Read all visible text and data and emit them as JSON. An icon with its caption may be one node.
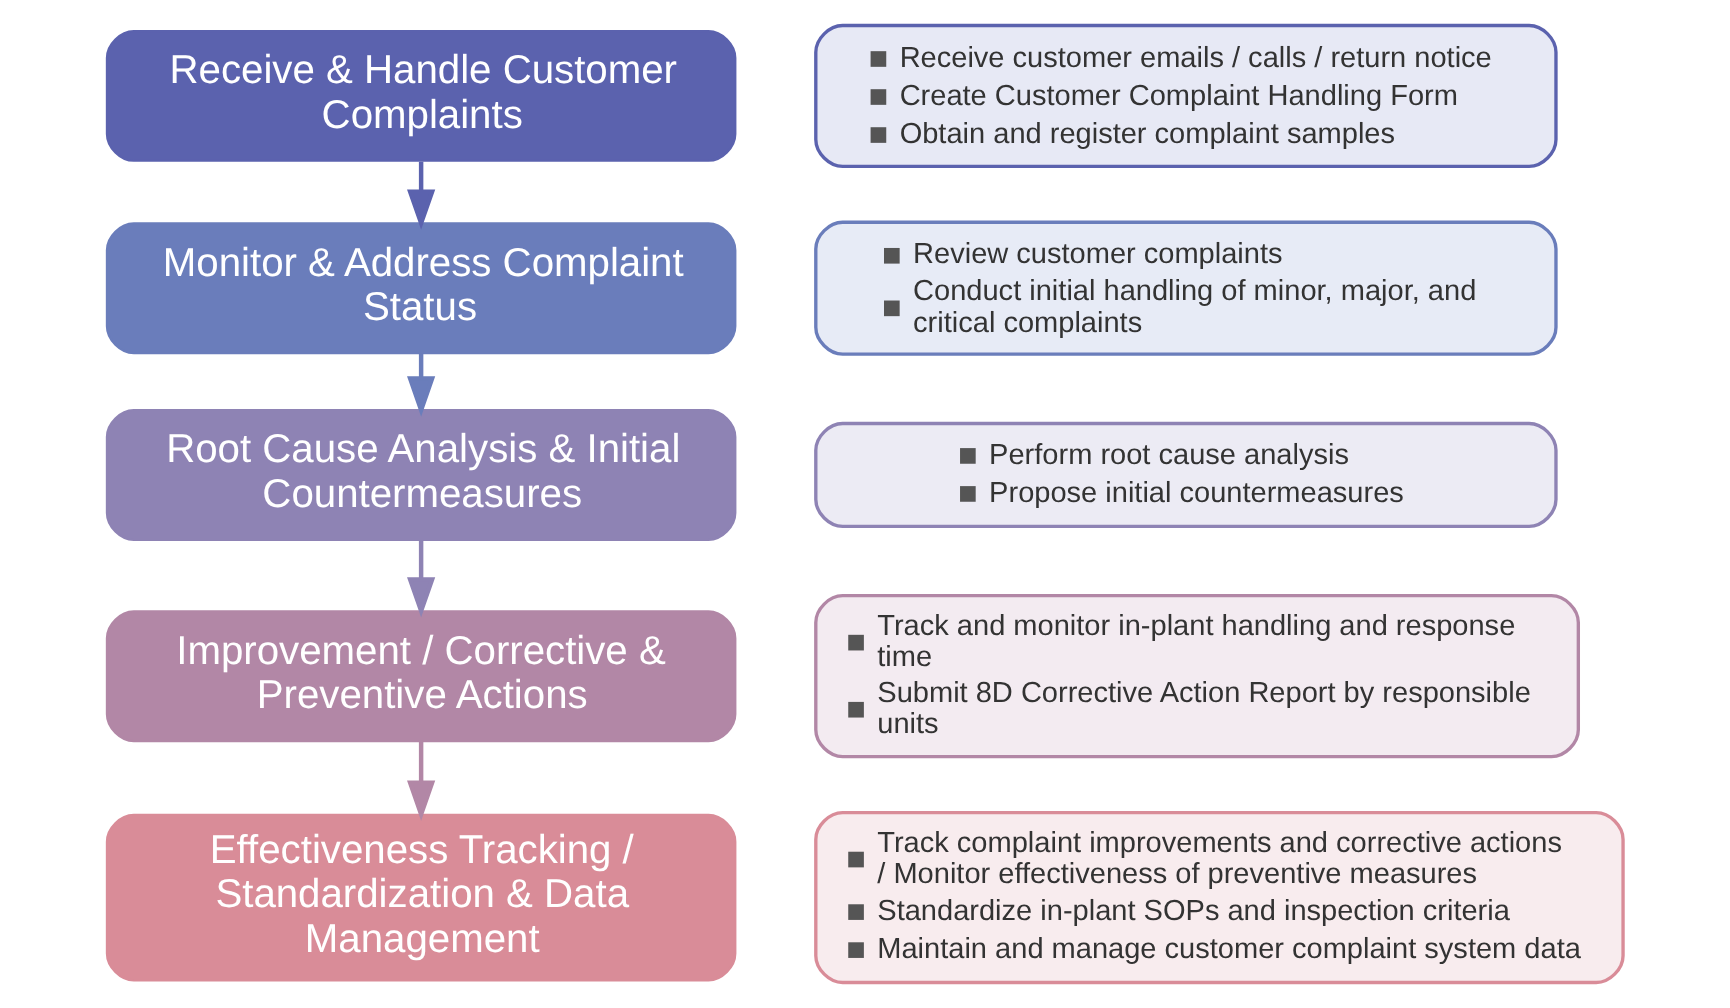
{
  "diagram": {
    "nodes": [
      {
        "text": [
          "Receive & Handle Customer Complaints"
        ]
      },
      {
        "text": [
          "Monitor & Address Complaint Status"
        ]
      },
      {
        "text": [
          "Root Cause Analysis & Initial Countermeasures"
        ]
      },
      {
        "text": [
          "Improvement / Corrective & Preventive Actions"
        ]
      },
      {
        "text": [
          "Effectiveness Tracking / Standardization & Data Management"
        ]
      },
      {
        "text": [
          "Receive customer emails / calls / return notice",
          "Create Customer Complaint Handling Form",
          "Obtain and register complaint samples"
        ]
      },
      {
        "text": [
          "Review customer complaints",
          "Conduct initial handling of minor, major, and critical complaints"
        ]
      },
      {
        "text": [
          "Perform root cause analysis",
          "Propose initial countermeasures"
        ]
      },
      {
        "text": [
          "Track and monitor in-plant handling and response time",
          "Submit 8D Corrective Action Report by responsible units"
        ]
      },
      {
        "text": [
          "Track complaint improvements and corrective actions / Monitor effectiveness of preventive measures",
          "Standardize in-plant SOPs and inspection criteria",
          "Maintain and manage customer complaint system data"
        ]
      }
    ],
    "edges": [
      {
        "from": 0,
        "to": 1,
        "arrow": "to"
      },
      {
        "from": 1,
        "to": 2,
        "arrow": "to"
      },
      {
        "from": 2,
        "to": 3,
        "arrow": "to"
      },
      {
        "from": 3,
        "to": 4,
        "arrow": "to"
      }
    ]
  }
}
